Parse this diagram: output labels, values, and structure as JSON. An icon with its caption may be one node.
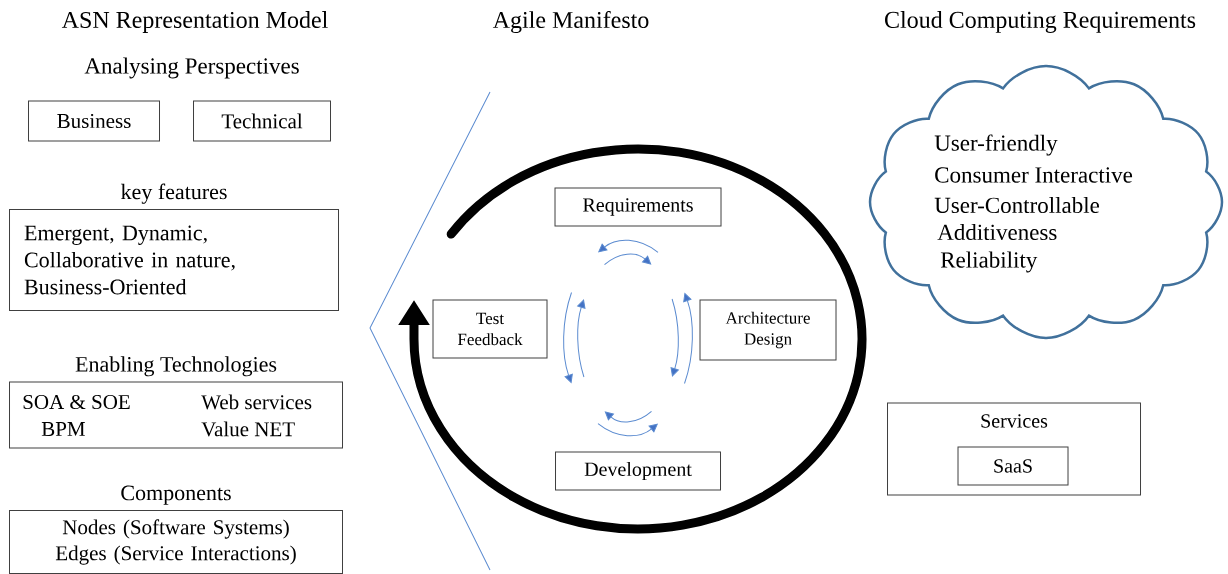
{
  "diagram": {
    "nodes": [
      {
        "text": [
          "Business"
        ]
      },
      {
        "text": [
          "Technical"
        ]
      },
      {
        "text": [
          "key features",
          "Emergent, Dynamic, Collaborative in nature, Business-Oriented"
        ]
      },
      {
        "text": [
          "Enabling Technologies",
          "SOA & SOE",
          "Web services",
          "BPM",
          "Value NET"
        ]
      },
      {
        "text": [
          "Components",
          "Nodes (Software Systems) Edges (Service Interactions)"
        ]
      },
      {
        "text": [
          "Requirements"
        ]
      },
      {
        "text": [
          "Architecture Design"
        ]
      },
      {
        "text": [
          "Development"
        ]
      },
      {
        "text": [
          "Test Feedback"
        ]
      },
      {
        "text": [
          "User-friendly",
          "Consumer Interactive",
          "User-Controllable",
          "Additiveness",
          "Reliability"
        ]
      },
      {
        "text": [
          "Services"
        ]
      },
      {
        "text": [
          "SaaS"
        ],
        "in": 10
      }
    ],
    "edges": [
      {
        "from": null,
        "to": 8,
        "arrow": "to"
      }
    ],
    "labels": [
      "ASN Representation Model",
      "Agile Manifesto",
      "Cloud Computing Requirements",
      "Analysing Perspectives"
    ]
  }
}
